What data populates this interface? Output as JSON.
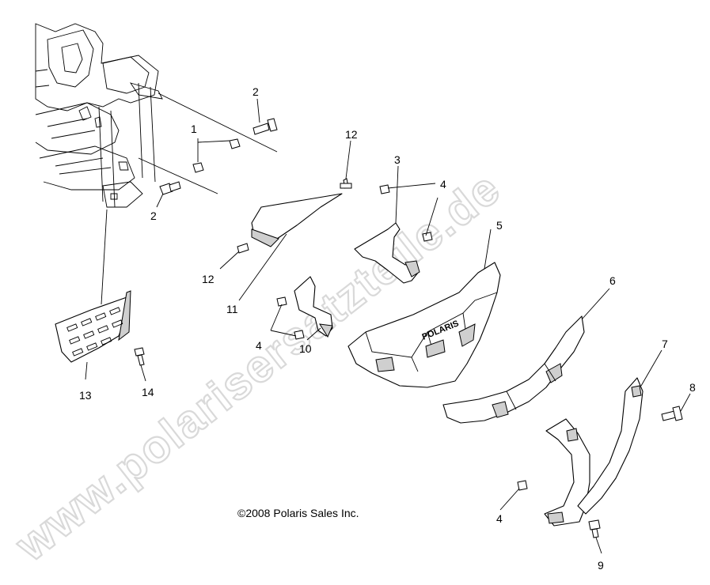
{
  "watermark": "www.polarisersatzteile.de",
  "copyright": "©2008 Polaris Sales Inc.",
  "logo_text": "POLARIS",
  "callouts": [
    {
      "id": "c1",
      "label": "1"
    },
    {
      "id": "c2a",
      "label": "2"
    },
    {
      "id": "c2b",
      "label": "2"
    },
    {
      "id": "c3",
      "label": "3"
    },
    {
      "id": "c4a",
      "label": "4"
    },
    {
      "id": "c4b",
      "label": "4"
    },
    {
      "id": "c4c",
      "label": "4"
    },
    {
      "id": "c5",
      "label": "5"
    },
    {
      "id": "c6",
      "label": "6"
    },
    {
      "id": "c7",
      "label": "7"
    },
    {
      "id": "c8",
      "label": "8"
    },
    {
      "id": "c9",
      "label": "9"
    },
    {
      "id": "c10",
      "label": "10"
    },
    {
      "id": "c11",
      "label": "11"
    },
    {
      "id": "c12a",
      "label": "12"
    },
    {
      "id": "c12b",
      "label": "12"
    },
    {
      "id": "c13",
      "label": "13"
    },
    {
      "id": "c14",
      "label": "14"
    }
  ]
}
